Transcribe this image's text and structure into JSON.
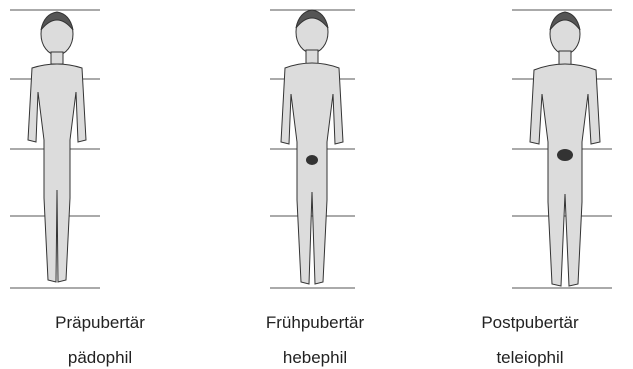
{
  "panels": [
    {
      "stage": "Präpubertär",
      "label": "pädophil"
    },
    {
      "stage": "Frühpubertär",
      "label": "hebephil"
    },
    {
      "stage": "Postpubertär",
      "label": "teleiophil"
    }
  ],
  "colors": {
    "line": "#333333",
    "figure": "#d9d9d9",
    "dark": "#333333",
    "text": "#222222"
  }
}
